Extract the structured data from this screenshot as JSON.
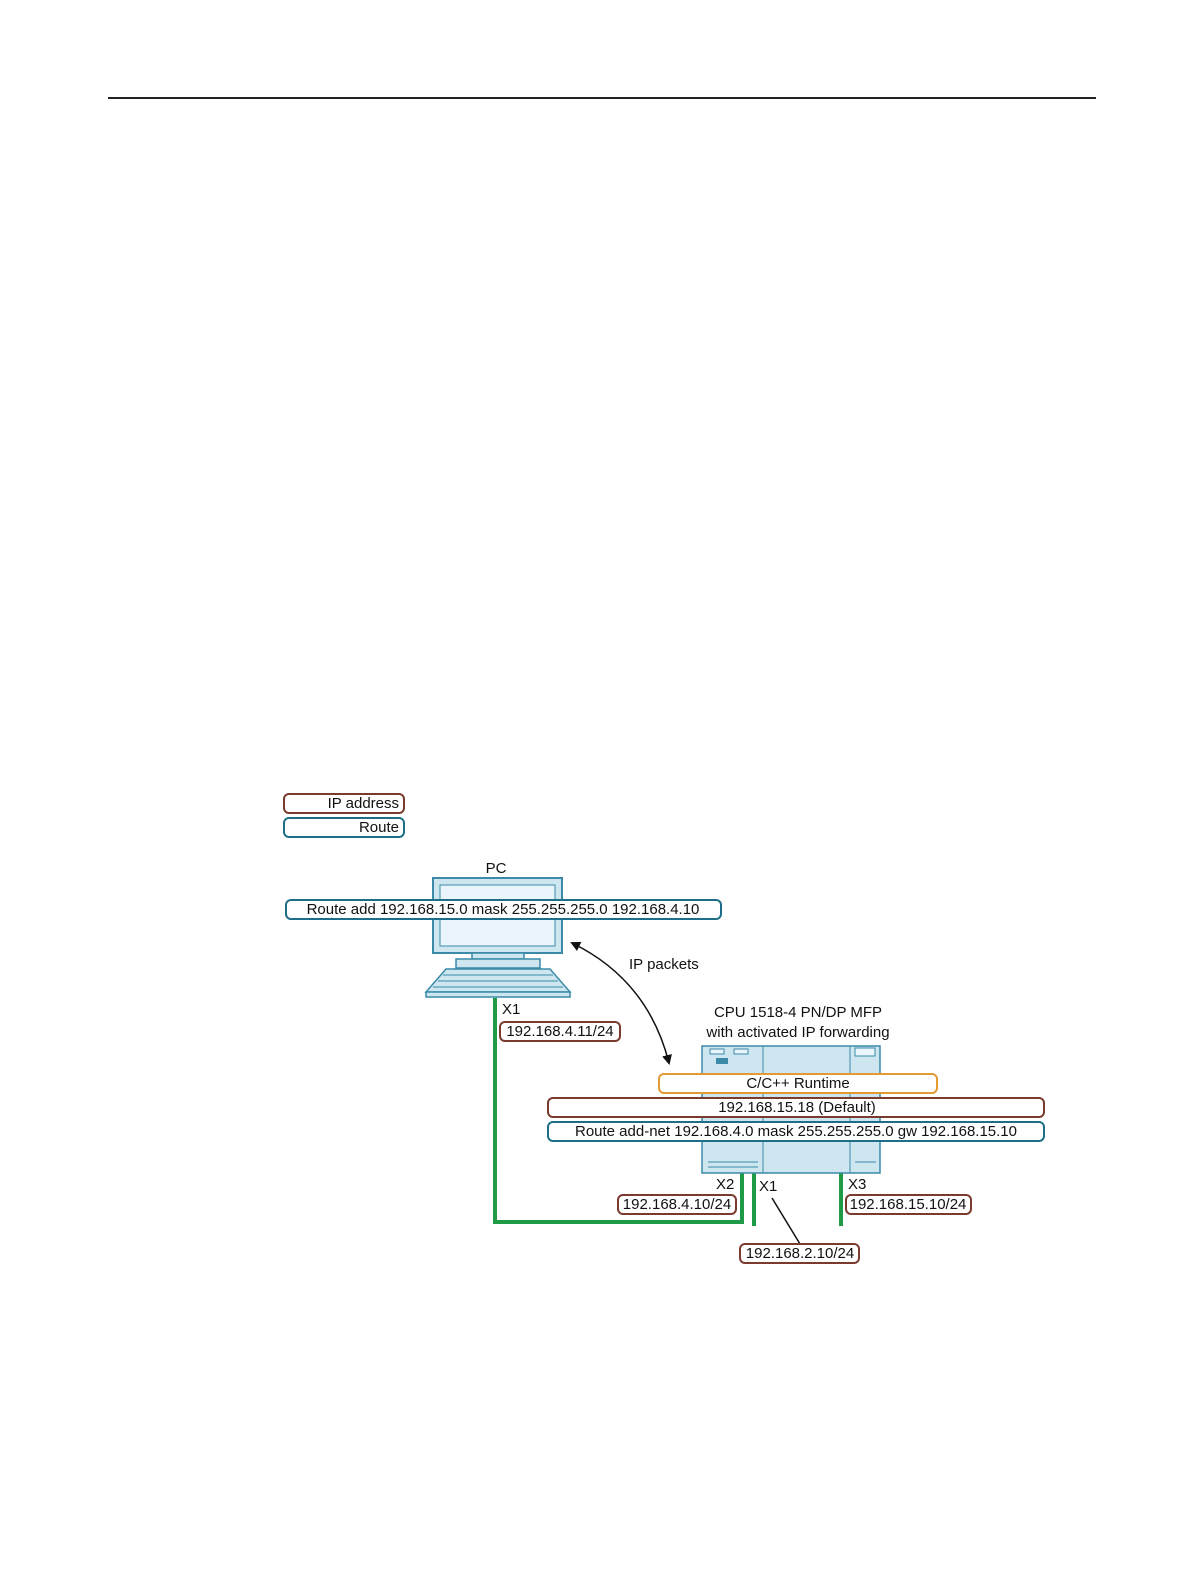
{
  "colors": {
    "ip_address": "#7a3a2e",
    "route": "#1f6e88",
    "runtime": "#e39a32",
    "cable": "#1f9a46",
    "device_fill": "#cde6ef",
    "device_stroke": "#3a8aa8",
    "screen_fill": "#e9f5fa"
  },
  "legend": {
    "ip_address": "IP address",
    "route": "Route"
  },
  "pc": {
    "title": "PC",
    "route": "Route add 192.168.15.0 mask 255.255.255.0 192.168.4.10",
    "port_label": "X1",
    "port_ip": "192.168.4.11/24"
  },
  "arrow": {
    "label": "IP packets"
  },
  "cpu": {
    "title_line1": "CPU 1518-4 PN/DP MFP",
    "title_line2": "with activated IP forwarding",
    "runtime": "C/C++ Runtime",
    "default_ip": "192.168.15.18 (Default)",
    "route": "Route add-net 192.168.4.0 mask 255.255.255.0 gw 192.168.15.10",
    "ports": {
      "x2": {
        "label": "X2",
        "ip": "192.168.4.10/24"
      },
      "x1": {
        "label": "X1",
        "ip": "192.168.2.10/24"
      },
      "x3": {
        "label": "X3",
        "ip": "192.168.15.10/24"
      }
    }
  }
}
